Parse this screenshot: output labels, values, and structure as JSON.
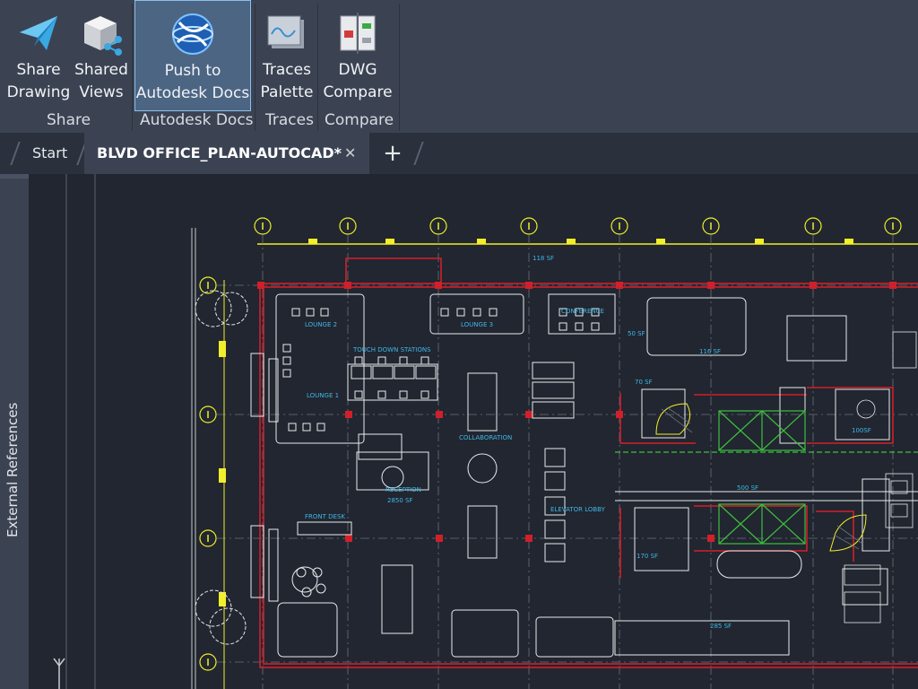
{
  "ribbon": {
    "buttons": [
      {
        "id": "share-drawing",
        "line1": "Share",
        "line2": "Drawing",
        "icon": "paper-plane-icon"
      },
      {
        "id": "shared-views",
        "line1": "Shared",
        "line2": "Views",
        "icon": "cube-share-icon"
      },
      {
        "id": "push-docs",
        "line1": "Push to",
        "line2": "Autodesk Docs",
        "icon": "globe-icon"
      },
      {
        "id": "traces-palette",
        "line1": "Traces",
        "line2": "Palette",
        "icon": "traces-icon"
      },
      {
        "id": "dwg-compare",
        "line1": "DWG",
        "line2": "Compare",
        "icon": "compare-icon"
      }
    ],
    "panels": [
      {
        "id": "share",
        "title": "Share"
      },
      {
        "id": "autodesk-docs",
        "title": "Autodesk Docs"
      },
      {
        "id": "traces",
        "title": "Traces"
      },
      {
        "id": "compare",
        "title": "Compare"
      }
    ]
  },
  "tabs": {
    "start": "Start",
    "document": "BLVD OFFICE_PLAN-AUTOCAD*",
    "close": "✕",
    "new": "+"
  },
  "sidebar": {
    "label": "External References"
  },
  "drawing": {
    "room_labels": [
      {
        "id": "lounge-2",
        "text": "LOUNGE 2"
      },
      {
        "id": "lounge-3",
        "text": "LOUNGE 3"
      },
      {
        "id": "conference",
        "text": "CONFERENCE"
      },
      {
        "id": "touch-down",
        "text": "TOUCH DOWN STATIONS"
      },
      {
        "id": "lounge-1",
        "text": "LOUNGE 1"
      },
      {
        "id": "collaboration",
        "text": "COLLABORATION"
      },
      {
        "id": "reception",
        "text": "RECEPTION"
      },
      {
        "id": "reception-sf",
        "text": "2850 SF"
      },
      {
        "id": "front-desk",
        "text": "FRONT DESK"
      },
      {
        "id": "elevator-lobby",
        "text": "ELEVATOR LOBBY"
      },
      {
        "id": "sf-118",
        "text": "118 SF"
      },
      {
        "id": "sf-50",
        "text": "50 SF"
      },
      {
        "id": "sf-116",
        "text": "116 SF"
      },
      {
        "id": "sf-70",
        "text": "70 SF"
      },
      {
        "id": "sf-500",
        "text": "500 SF"
      },
      {
        "id": "sf-100",
        "text": "100SF"
      },
      {
        "id": "sf-170",
        "text": "170 SF"
      },
      {
        "id": "sf-285",
        "text": "285 SF"
      }
    ],
    "ucs_label": "Y"
  },
  "colors": {
    "ribbon_bg": "#3b4353",
    "canvas_bg": "#212630",
    "wall_red": "#d21f2a",
    "dimension_yellow": "#f2ee2a",
    "text_cyan": "#3fb7e6",
    "furniture_white": "#e9eaec",
    "elevator_green": "#3fbf3f"
  }
}
